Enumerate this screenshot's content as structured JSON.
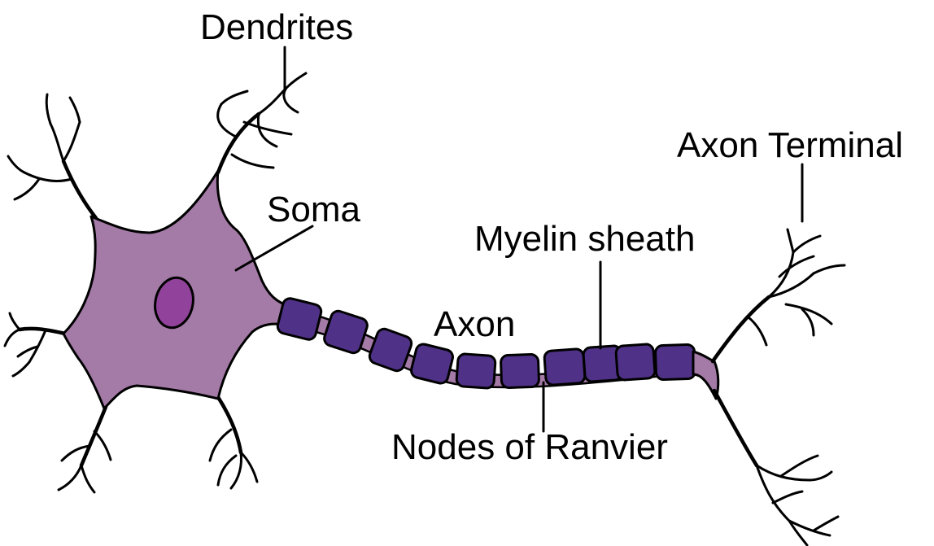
{
  "labels": {
    "dendrites": "Dendrites",
    "soma": "Soma",
    "myelin_sheath": "Myelin sheath",
    "axon": "Axon",
    "axon_terminal": "Axon Terminal",
    "nodes_of_ranvier": "Nodes of Ranvier"
  },
  "colors": {
    "soma_fill": "#a47aa7",
    "nucleus_fill": "#91429a",
    "myelin_fill": "#4f3287",
    "outline": "#000000"
  },
  "icons": {
    "neuron": "neuron-illustration"
  }
}
